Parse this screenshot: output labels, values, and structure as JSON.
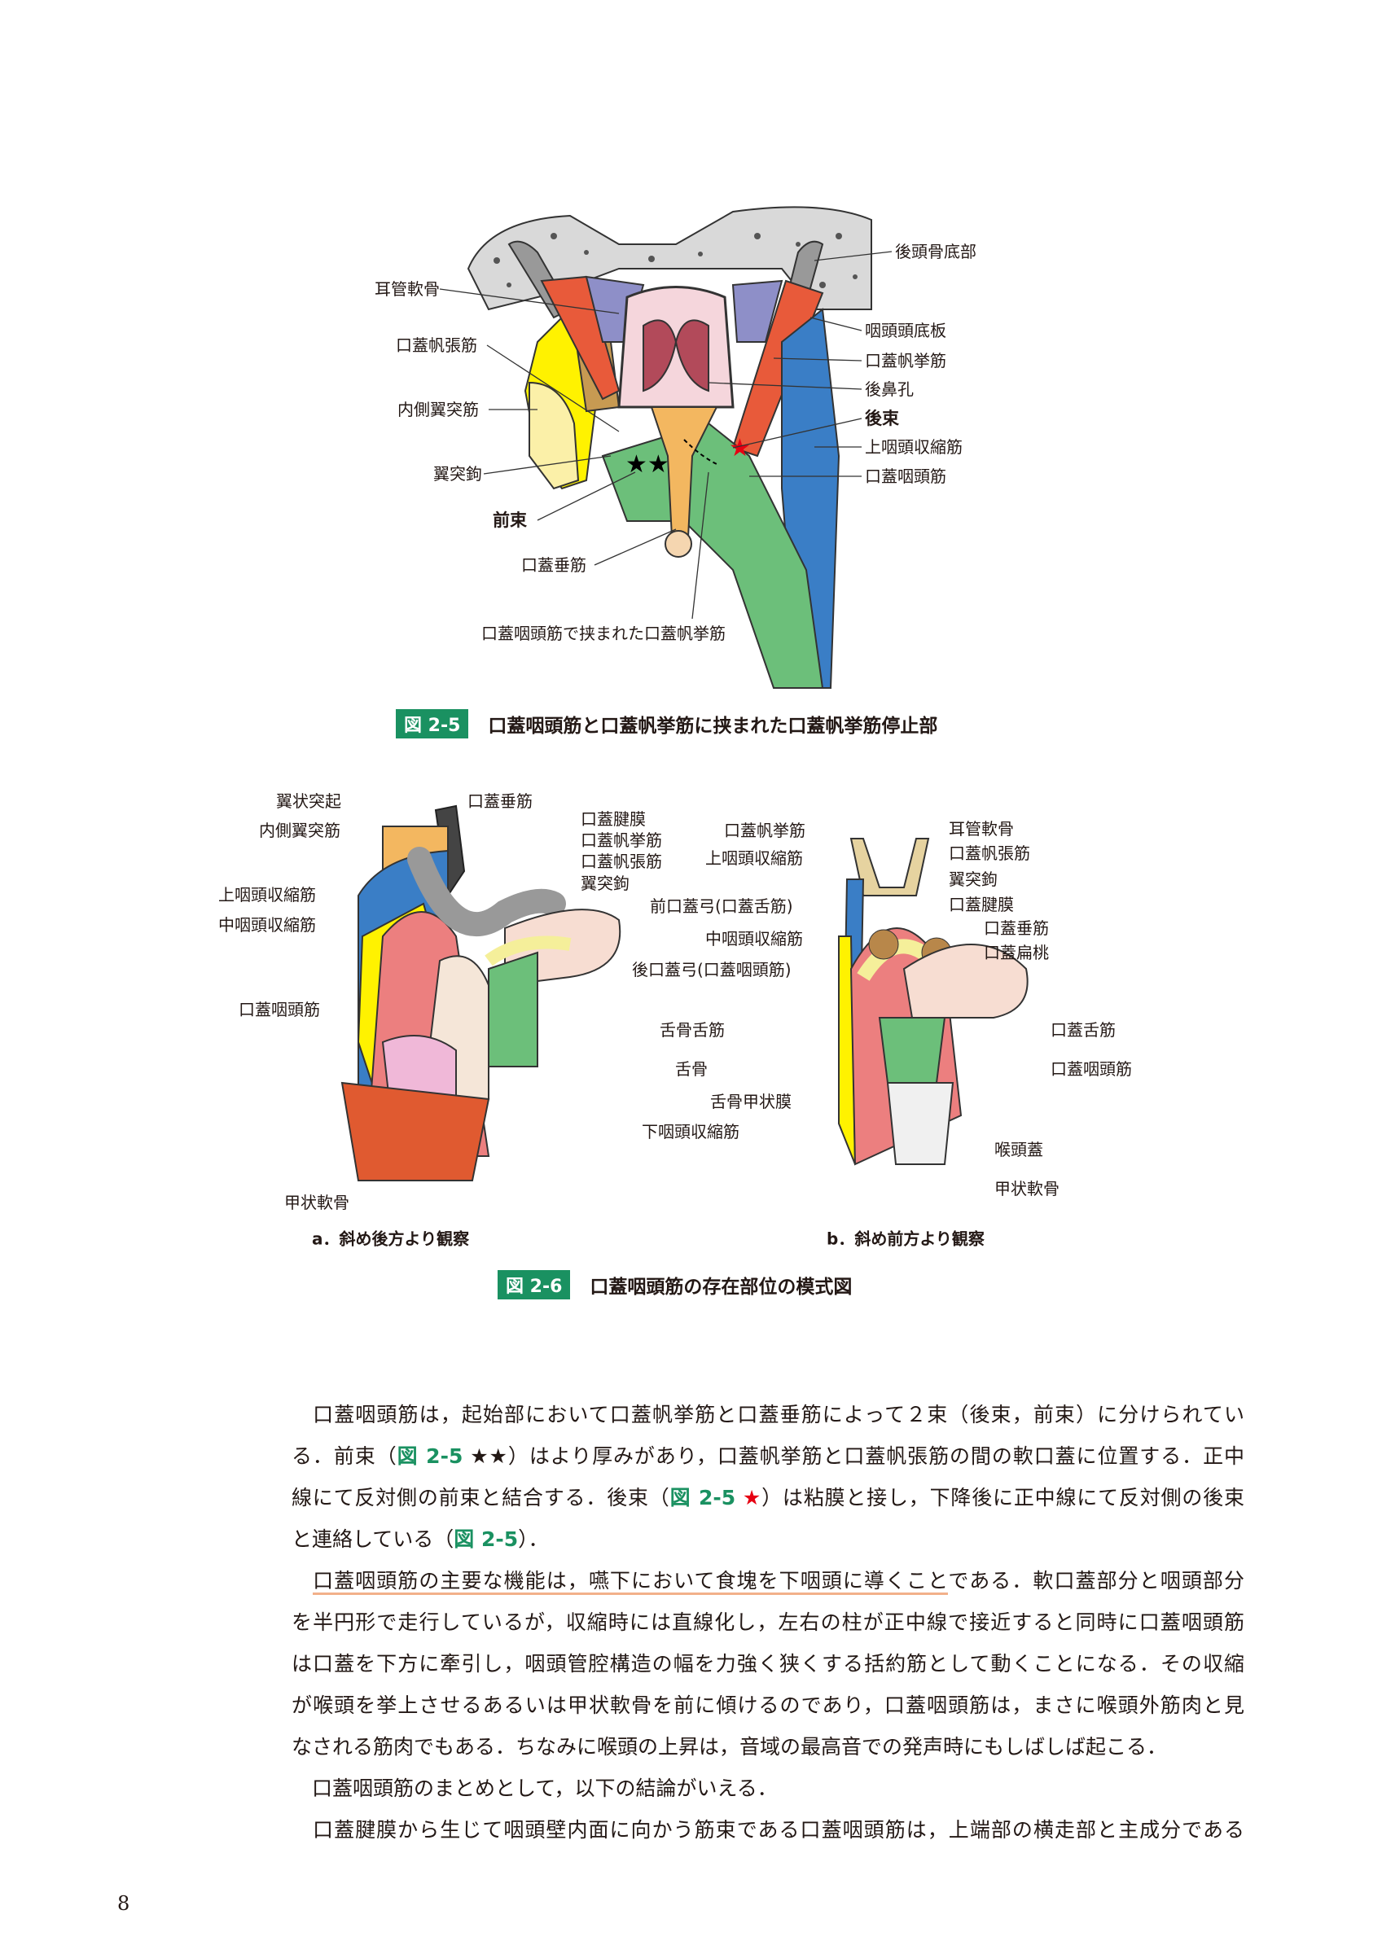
{
  "figure_2_5": {
    "badge": "図 2-5",
    "caption": "口蓋咽頭筋と口蓋帆挙筋に挟まれた口蓋帆挙筋停止部",
    "labels": {
      "occipital_base": "後頭骨底部",
      "tube_cartilage": "耳管軟骨",
      "pharyngobasilar": "咽頭頭底板",
      "tensor": "口蓋帆張筋",
      "levator": "口蓋帆挙筋",
      "choanae": "後鼻孔",
      "medial_pterygoid": "内側翼突筋",
      "posterior_bundle": "後束",
      "superior_constrictor": "上咽頭収縮筋",
      "hamulus": "翼突鉤",
      "palatopharyngeus": "口蓋咽頭筋",
      "anterior_bundle": "前束",
      "uvulae": "口蓋垂筋",
      "sandwiched": "口蓋咽頭筋で挟まれた口蓋帆挙筋"
    }
  },
  "figure_2_6": {
    "badge": "図 2-6",
    "caption": "口蓋咽頭筋の存在部位の模式図",
    "sub_a": "a．斜め後方より観察",
    "sub_b": "b．斜め前方より観察",
    "labels_a": {
      "pterygoid_process": "翼状突起",
      "uvulae": "口蓋垂筋",
      "medial_pterygoid": "内側翼突筋",
      "aponeurosis": "口蓋腱膜",
      "levator": "口蓋帆挙筋",
      "tensor": "口蓋帆張筋",
      "hamulus": "翼突鉤",
      "superior_constrictor": "上咽頭収縮筋",
      "middle_constrictor_left": "中咽頭収縮筋",
      "anterior_arch": "前口蓋弓(口蓋舌筋)",
      "middle_constrictor_center": "中咽頭収縮筋",
      "posterior_arch": "後口蓋弓(口蓋咽頭筋)",
      "palatopharyngeus": "口蓋咽頭筋",
      "hyoglossus": "舌骨舌筋",
      "hyoid": "舌骨",
      "thyrohyoid_membrane": "舌骨甲状膜",
      "inferior_constrictor": "下咽頭収縮筋",
      "thyroid_cartilage": "甲状軟骨"
    },
    "labels_b": {
      "levator": "口蓋帆挙筋",
      "superior_constrictor": "上咽頭収縮筋",
      "tube_cartilage": "耳管軟骨",
      "tensor": "口蓋帆張筋",
      "hamulus": "翼突鉤",
      "aponeurosis": "口蓋腱膜",
      "uvulae": "口蓋垂筋",
      "tonsil": "口蓋扁桃",
      "palatoglossus": "口蓋舌筋",
      "palatopharyngeus": "口蓋咽頭筋",
      "epiglottis": "喉頭蓋",
      "thyroid_cartilage": "甲状軟骨"
    }
  },
  "body_lines": [
    [
      {
        "t": "　口蓋咽頭筋は，起始部において口蓋帆挙筋と口蓋垂筋によって２束（後束，前束）に分けられてい"
      }
    ],
    [
      {
        "t": "る．前束（"
      },
      {
        "t": "図 2-5",
        "c": "ref"
      },
      {
        "t": " ★★"
      },
      {
        "t": "）はより厚みがあり，口蓋帆挙筋と口蓋帆張筋の間の軟口蓋に位置する．正中"
      }
    ],
    [
      {
        "t": "線にて反対側の前束と結合する．後束（"
      },
      {
        "t": "図 2-5",
        "c": "ref"
      },
      {
        "t": " ★",
        "c": "star-red"
      },
      {
        "t": "）は粘膜と接し，下降後に正中線にて反対側の後束"
      }
    ],
    [
      {
        "t": "と連絡している（"
      },
      {
        "t": "図 2-5",
        "c": "ref"
      },
      {
        "t": "）．"
      }
    ],
    [
      {
        "t": "　"
      },
      {
        "t": "口蓋咽頭筋の主要な機能は，嚥下において食塊を下咽頭に導くこと",
        "c": "ul"
      },
      {
        "t": "である．軟口蓋部分と咽頭部分"
      }
    ],
    [
      {
        "t": "を半円形で走行しているが，収縮時には直線化し，左右の柱が正中線で接近すると同時に口蓋咽頭筋"
      }
    ],
    [
      {
        "t": "は口蓋を下方に牽引し，咽頭管腔構造の幅を力強く狭くする括約筋として動くことになる．その収縮"
      }
    ],
    [
      {
        "t": "が喉頭を挙上させるあるいは甲状軟骨を前に傾けるのであり，口蓋咽頭筋は，まさに喉頭外筋肉と見"
      }
    ],
    [
      {
        "t": "なされる筋肉でもある．ちなみに喉頭の上昇は，音域の最高音での発声時にもしばしば起こる．"
      }
    ],
    [
      {
        "t": "　口蓋咽頭筋のまとめとして，以下の結論がいえる．"
      }
    ],
    [
      {
        "t": "　口蓋腱膜から生じて咽頭壁内面に向かう筋束である口蓋咽頭筋は，上端部の横走部と主成分である"
      }
    ]
  ],
  "body_last_lines": [
    3,
    8,
    9
  ],
  "page_number": "8",
  "colors": {
    "accent": "#1a9161",
    "star": "#e60012",
    "underline": "#f2b08a"
  }
}
